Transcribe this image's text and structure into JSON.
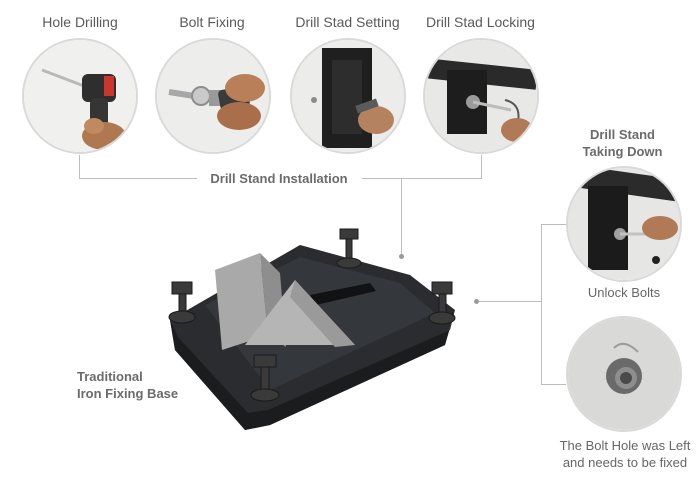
{
  "steps": [
    {
      "label": "Hole Drilling",
      "icon": "hole-drilling-photo"
    },
    {
      "label": "Bolt Fixing",
      "icon": "bolt-fixing-photo"
    },
    {
      "label": "Drill Stad Setting",
      "icon": "drill-stand-setting-photo"
    },
    {
      "label": "Drill Stad Locking",
      "icon": "drill-stand-locking-photo"
    }
  ],
  "installation_label": "Drill Stand Installation",
  "taking_down": {
    "title_line1": "Drill Stand",
    "title_line2": "Taking Down",
    "unlock_label": "Unlock Bolts",
    "bolt_hole_line1": "The Bolt Hole was Left",
    "bolt_hole_line2": "and needs to be fixed"
  },
  "base": {
    "label_line1": "Traditional",
    "label_line2": "Iron Fixing Base"
  },
  "colors": {
    "line": "#bdbdbd",
    "circle_border": "#d9d9d9",
    "text": "#5a5a5a",
    "base_dark": "#2b2d30"
  }
}
